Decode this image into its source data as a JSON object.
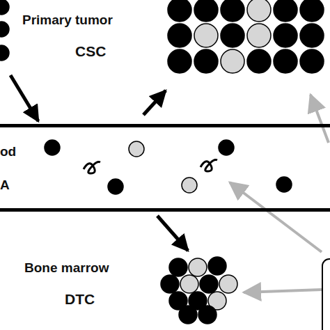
{
  "diagram": {
    "nodes": [
      {
        "text": [
          "Primary tumor",
          "CSC"
        ]
      },
      {
        "text": [
          "od",
          "A"
        ]
      },
      {
        "text": [
          "Bone marrow",
          "DTC"
        ]
      }
    ],
    "edges": [
      {
        "from": 0,
        "to": 1,
        "arrow": "to"
      },
      {
        "from": 1,
        "to": 2,
        "arrow": "to"
      }
    ]
  }
}
